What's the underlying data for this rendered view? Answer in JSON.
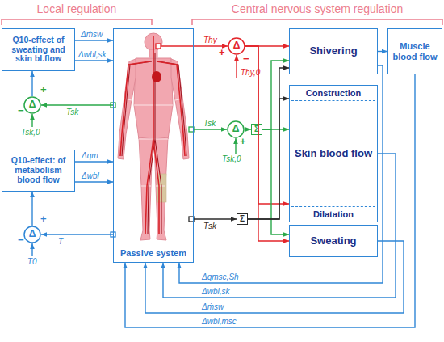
{
  "diagram": {
    "nodes": [
      {
        "text": [
          "Q10-effect of sweating and skin bl.flow"
        ]
      },
      {
        "text": [
          "Δ"
        ]
      },
      {
        "text": [
          "Q10-effect: of metabolism blood flow"
        ]
      },
      {
        "text": [
          "Δ"
        ]
      },
      {
        "text": [
          "Passive system"
        ]
      },
      {
        "text": [
          "Δ"
        ]
      },
      {
        "text": [
          "Δ"
        ]
      },
      {
        "text": [
          "Σ"
        ]
      },
      {
        "text": [
          "Σ"
        ]
      },
      {
        "text": [
          "Shivering"
        ]
      },
      {
        "text": [
          "Construction",
          "Skin blood flow",
          "Dilatation"
        ]
      },
      {
        "text": [
          "Sweating"
        ]
      },
      {
        "text": [
          "Muscle blood flow"
        ]
      }
    ],
    "edges": [
      {
        "from": 1,
        "to": 0,
        "arrow": "to"
      },
      {
        "from": 0,
        "to": 4,
        "label": "Δṁsw",
        "arrow": "to"
      },
      {
        "from": 0,
        "to": 4,
        "label": "Δwbl,sk",
        "arrow": "to"
      },
      {
        "from": 4,
        "to": 1,
        "label": "Tsk",
        "arrow": "to"
      },
      {
        "from": 3,
        "to": 2,
        "arrow": "to"
      },
      {
        "from": 2,
        "to": 4,
        "label": "Δqm",
        "arrow": "to"
      },
      {
        "from": 2,
        "to": 4,
        "label": "Δwbl",
        "arrow": "to"
      },
      {
        "from": 4,
        "to": 3,
        "label": "T",
        "arrow": "to"
      },
      {
        "from": 4,
        "to": 5,
        "label": "Thy",
        "arrow": "to"
      },
      {
        "from": 4,
        "to": 6,
        "label": "Tsk",
        "arrow": "to"
      },
      {
        "from": 4,
        "to": 8,
        "label": "Ṫsk",
        "arrow": "to"
      },
      {
        "from": 5,
        "to": 9,
        "arrow": "to"
      },
      {
        "from": 5,
        "to": 10,
        "arrow": "to"
      },
      {
        "from": 5,
        "to": 11,
        "arrow": "to"
      },
      {
        "from": 6,
        "to": 7,
        "arrow": "to"
      },
      {
        "from": 7,
        "to": 9,
        "arrow": "to"
      },
      {
        "from": 7,
        "to": 10,
        "arrow": "to"
      },
      {
        "from": 7,
        "to": 11,
        "arrow": "to"
      },
      {
        "from": 8,
        "to": 9,
        "arrow": "to"
      },
      {
        "from": 8,
        "to": 10,
        "arrow": "to"
      },
      {
        "from": 9,
        "to": 12,
        "arrow": "to"
      },
      {
        "from": 9,
        "to": 4,
        "label": "Δqmsc,Sh",
        "arrow": "to"
      },
      {
        "from": 10,
        "to": 4,
        "label": "Δwbl,sk",
        "arrow": "to"
      },
      {
        "from": 11,
        "to": 4,
        "label": "Δṁsw",
        "arrow": "to"
      },
      {
        "from": 12,
        "to": 4,
        "label": "Δwbl,msc",
        "arrow": "to"
      }
    ],
    "labels": [
      "Local regulation",
      "Central nervous system regulation",
      "+",
      "−",
      "Tsk,0",
      "−",
      "+",
      "T0",
      "+",
      "−",
      "Thy,0",
      "+",
      "Tsk,0"
    ]
  }
}
